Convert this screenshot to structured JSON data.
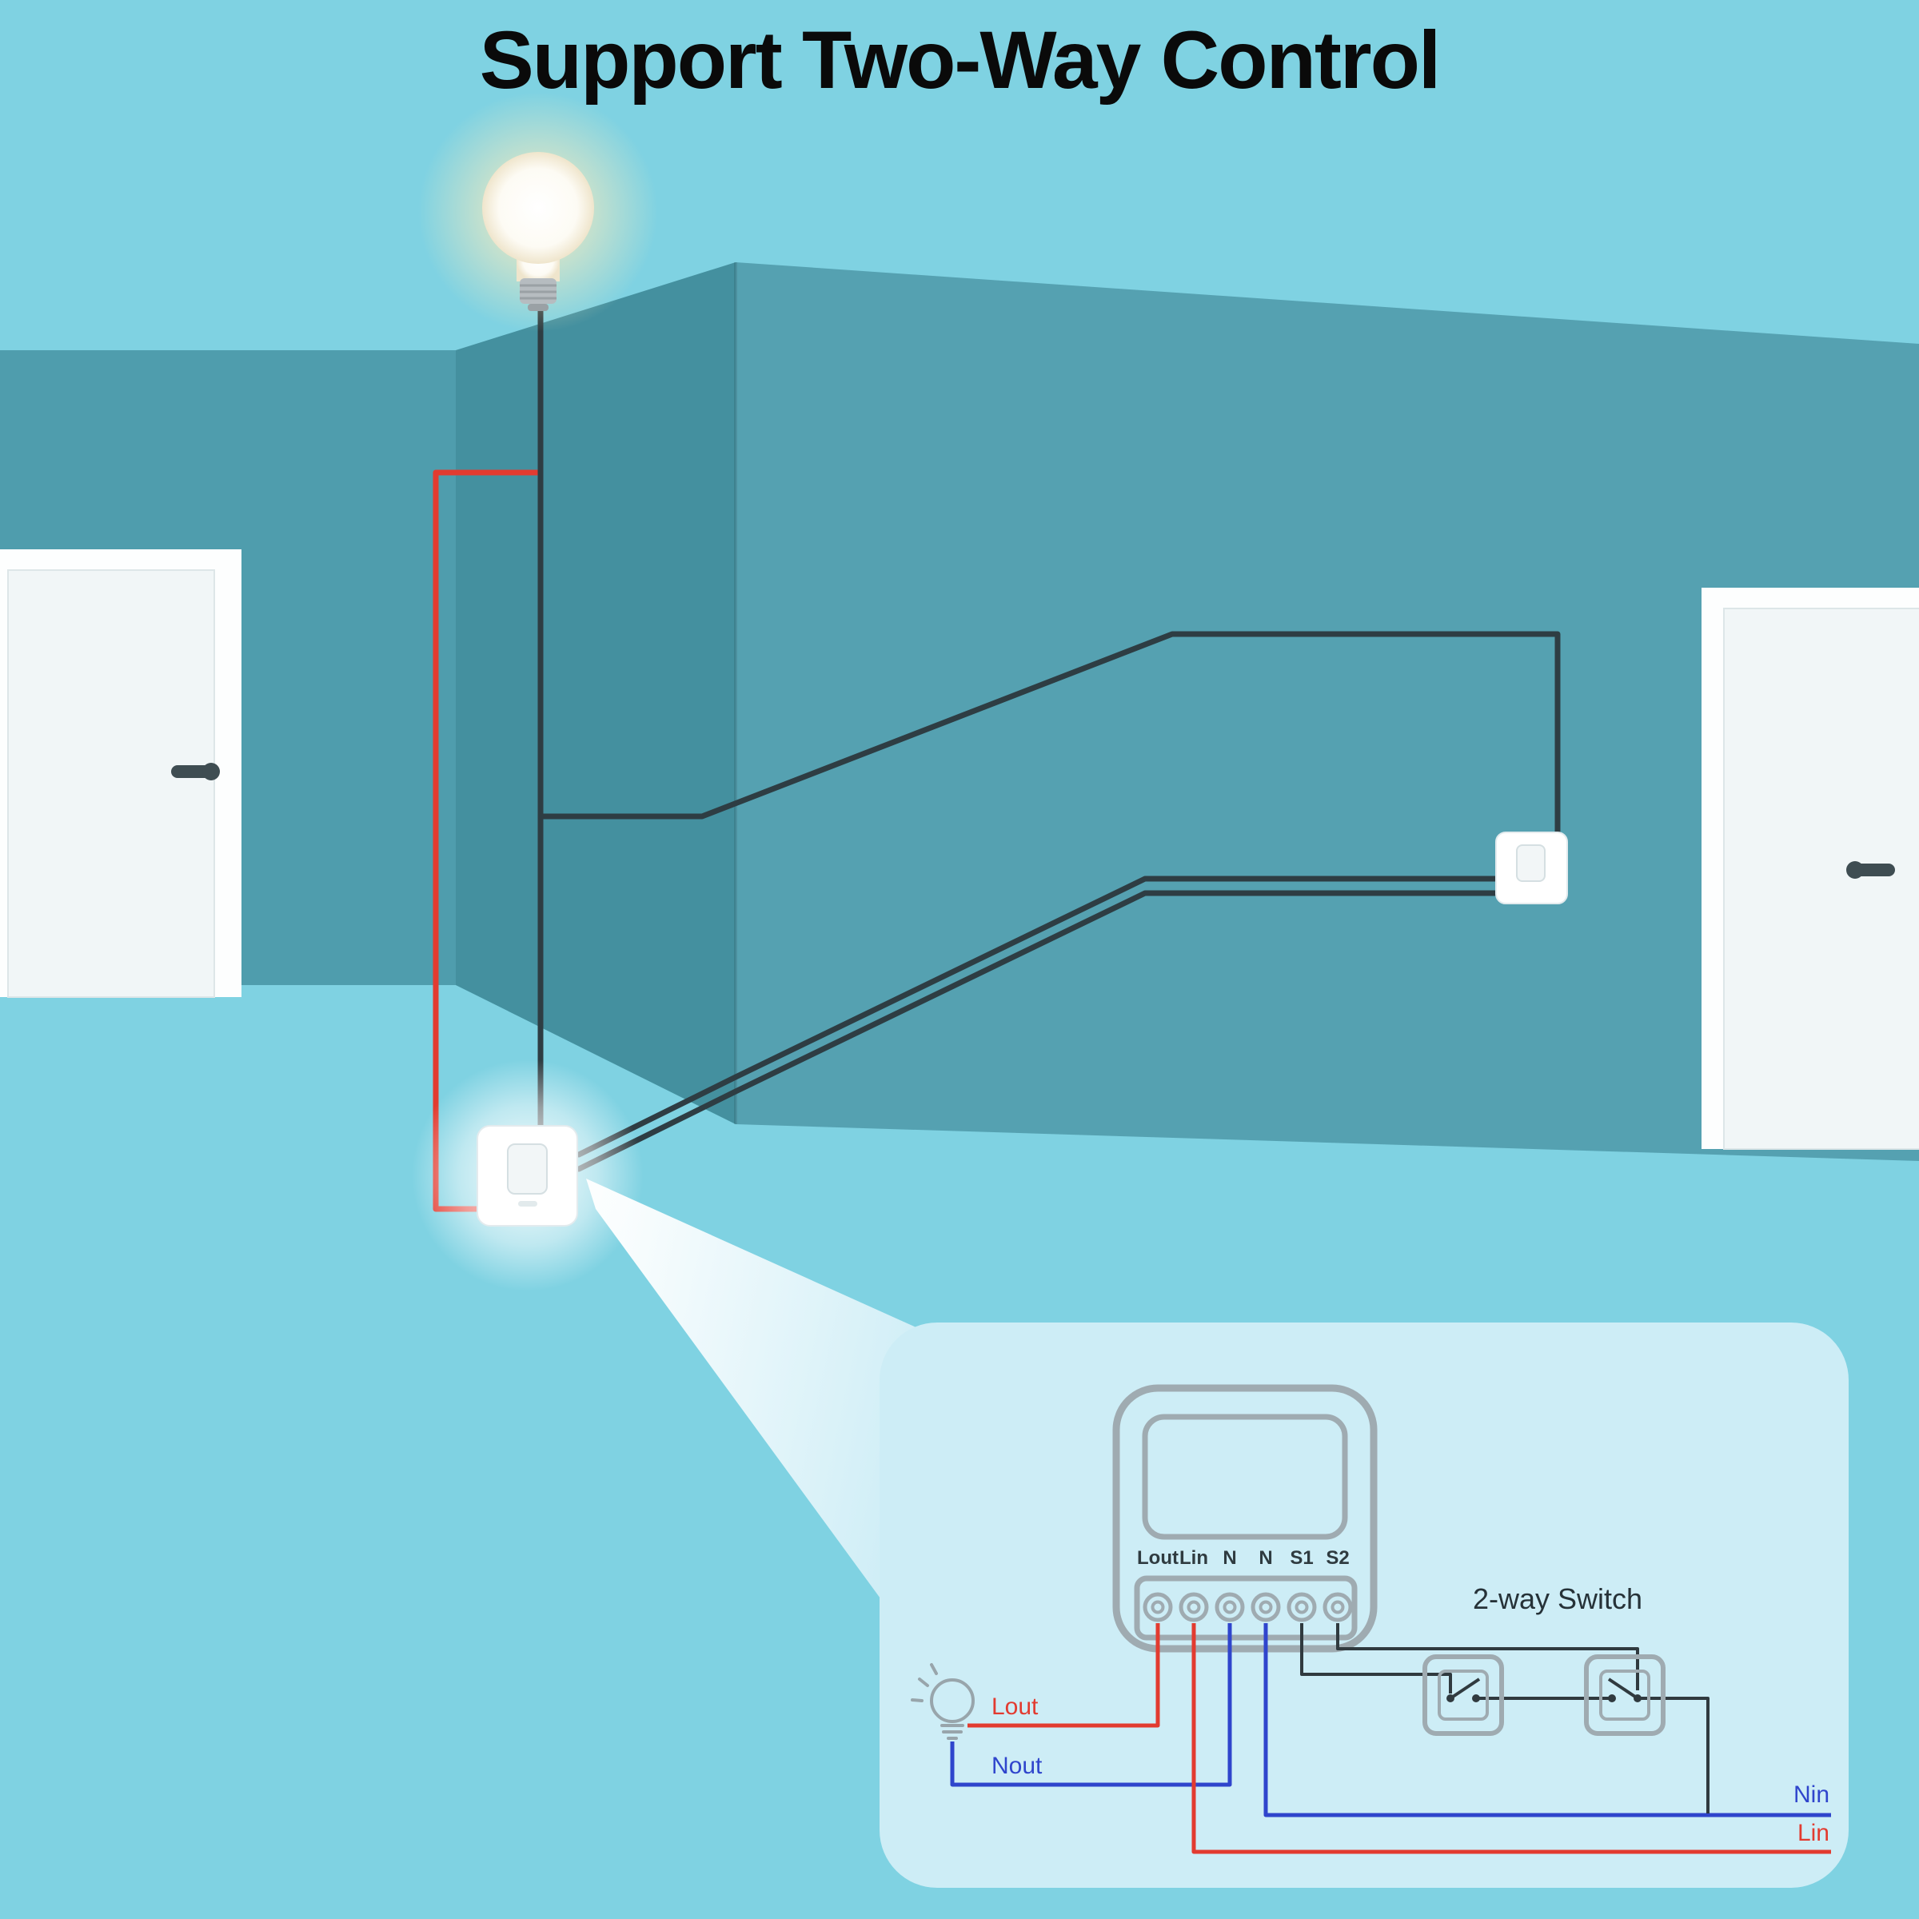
{
  "title": "Support Two-Way Control",
  "callout": {
    "module": {
      "terminal_labels": [
        "Lout",
        "Lin",
        "N",
        "N",
        "S1",
        "S2"
      ]
    },
    "switch_section_label": "2-way Switch",
    "wire_labels": {
      "lout": "Lout",
      "nout": "Nout",
      "nin": "Nin",
      "lin": "Lin"
    },
    "icons": [
      "light-bulb-icon",
      "two-way-switch-a-icon",
      "two-way-switch-b-icon"
    ]
  },
  "scene_icons": [
    "ceiling-light-bulb-icon",
    "door-icon",
    "wall-switch-icon"
  ],
  "colors": {
    "background": "#7fd2e2",
    "wall_left": "#4f9dad",
    "wall_corner": "#44909f",
    "wall_right": "#55a1b1",
    "callout_bubble": "#cdedf6",
    "live_wire": "#e23b30",
    "neutral_wire": "#2f45cc",
    "dark_wire": "#2e3d43",
    "module_outline": "#9fabb1",
    "title_text": "#0a0a0a"
  }
}
